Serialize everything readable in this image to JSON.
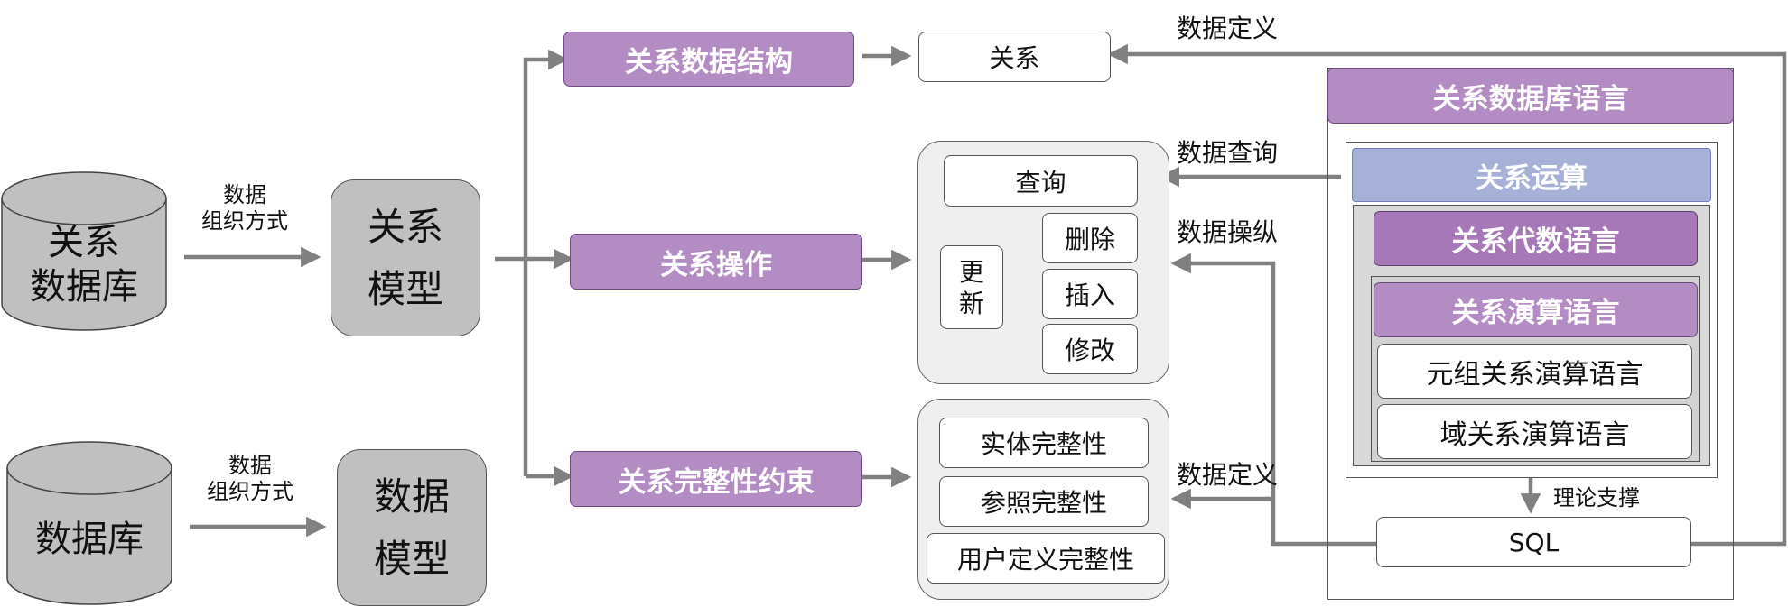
{
  "left": {
    "relational_db": {
      "line1": "关系",
      "line2": "数据库"
    },
    "database": {
      "label": "数据库"
    },
    "arrow_label_top": {
      "line1": "数据",
      "line2": "组织方式"
    },
    "arrow_label_bottom": {
      "line1": "数据",
      "line2": "组织方式"
    },
    "relational_model": {
      "line1": "关系",
      "line2": "模型"
    },
    "data_model": {
      "line1": "数据",
      "line2": "模型"
    }
  },
  "middle": {
    "structure": "关系数据结构",
    "operation": "关系操作",
    "integrity": "关系完整性约束"
  },
  "right": {
    "relation": "关系",
    "query": "查询",
    "update": {
      "line1": "更",
      "line2": "新"
    },
    "delete": "删除",
    "insert": "插入",
    "modify": "修改",
    "entity_integrity": "实体完整性",
    "referential_integrity": "参照完整性",
    "user_integrity": "用户定义完整性"
  },
  "edge_labels": {
    "data_definition_top": "数据定义",
    "data_query": "数据查询",
    "data_manipulation": "数据操纵",
    "data_definition_bottom": "数据定义",
    "theory_support": "理论支撑"
  },
  "language_panel": {
    "title": "关系数据库语言",
    "relational_operation": "关系运算",
    "algebra_language": "关系代数语言",
    "calculus_language": "关系演算语言",
    "tuple_calculus": "元组关系演算语言",
    "domain_calculus": "域关系演算语言",
    "sql": "SQL"
  },
  "colors": {
    "purple": "#b48cc4",
    "blue": "#a7b1d8",
    "gray": "#c0c0c0",
    "connector": "#808080"
  }
}
